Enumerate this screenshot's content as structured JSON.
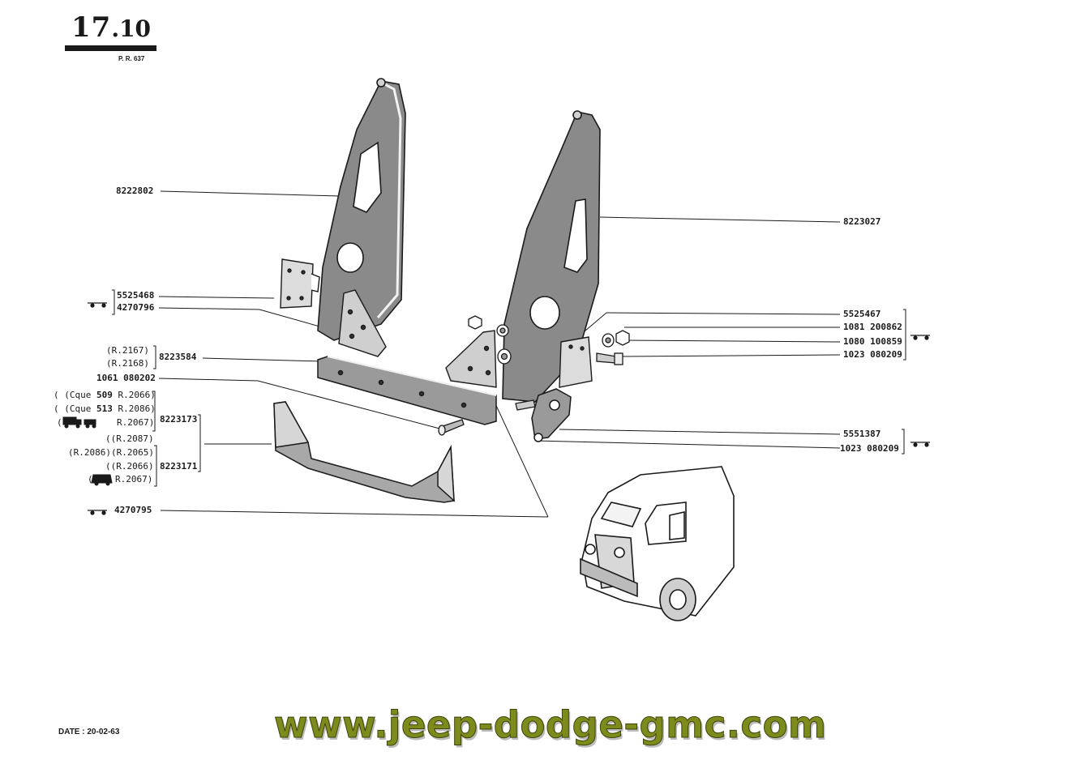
{
  "header": {
    "page_major": "17",
    "page_minor": ".10",
    "reference": "P. R. 637"
  },
  "footer": {
    "date": "DATE : 20-02-63",
    "watermark": "www.jeep-dodge-gmc.com"
  },
  "diagram": {
    "left_labels": {
      "part_8222802": "8222802",
      "part_5525468": "5525468",
      "part_4270796": "4270796",
      "variant_r2167": "(R.2167)",
      "variant_r2168": "(R.2168)",
      "part_8223584": "8223584",
      "part_1061_080202": "1061 080202",
      "cque_509_prefix": "( (Cque",
      "cque_509_num": "509",
      "cque_509_ref": "R.2066)",
      "cque_513_prefix": "( (Cque",
      "cque_513_num": "513",
      "cque_513_ref": "R.2086)",
      "truck_ref_r2067": "R.2067)",
      "ref_r2087": "((R.2087)",
      "ref_r2086_r2065": "(R.2086)(R.2065)",
      "ref_r2066": "((R.2066)",
      "van_ref_r2067": "R.2067)",
      "part_8223173": "8223173",
      "part_8223171": "8223171",
      "part_4270795": "4270795"
    },
    "right_labels": {
      "part_8223027": "8223027",
      "part_5525467": "5525467",
      "part_1081_200862": "1081 200862",
      "part_1080_100859": "1080 100859",
      "part_1023_080209_a": "1023 080209",
      "part_5551387": "5551387",
      "part_1023_080209_b": "1023 080209"
    },
    "icons": [
      "trailer-icon",
      "truck-icon",
      "van-icon"
    ],
    "colors": {
      "ink": "#1a1a1a",
      "watermark": "#7d8a1c"
    }
  }
}
